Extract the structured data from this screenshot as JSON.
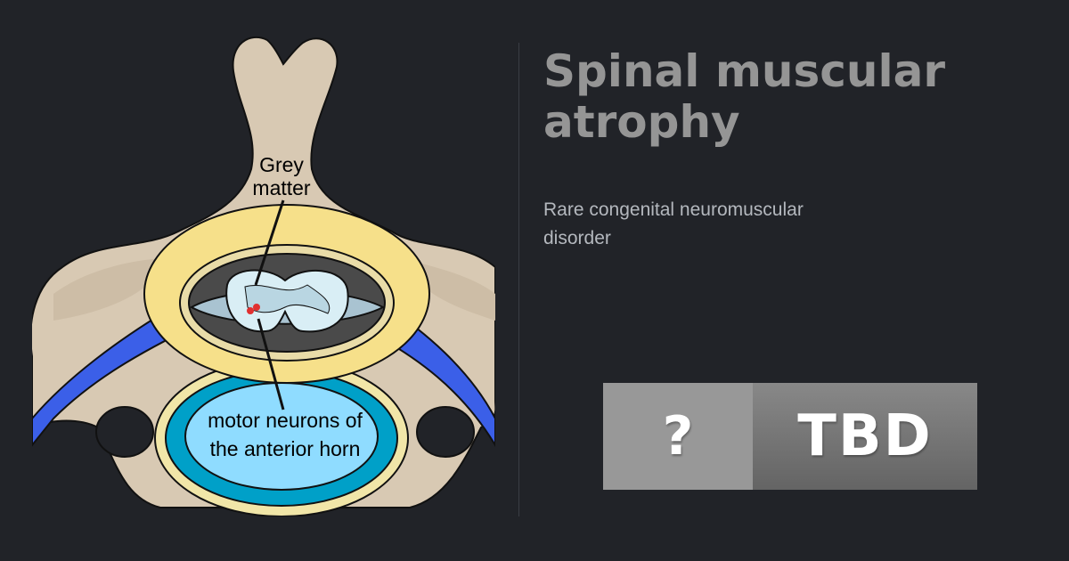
{
  "title": "Spinal muscular atrophy",
  "subtitle": "Rare congenital neuromuscular disorder",
  "diagram": {
    "label_grey_matter": [
      "Grey",
      "matter"
    ],
    "label_motor_neurons": [
      "motor neurons of",
      "the anterior horn"
    ]
  },
  "badge": {
    "icon": "?",
    "text": "TBD"
  },
  "colors": {
    "background": "#212328",
    "bone": "#d8c9b3",
    "nerve": "#3b5fe8",
    "disc": "#00a0c8"
  }
}
